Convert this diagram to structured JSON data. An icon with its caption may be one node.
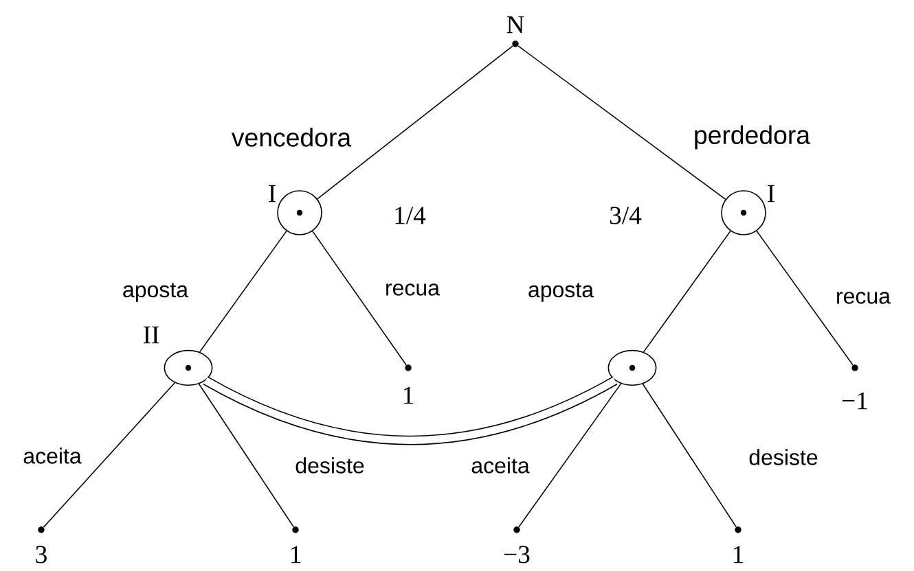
{
  "diagram": {
    "nodes": [
      {
        "text": [
          "N"
        ]
      },
      {
        "text": [
          "I"
        ]
      },
      {
        "text": [
          "I"
        ]
      },
      {
        "text": [
          "II"
        ]
      },
      {
        "text": [],
        "shape": "ellipse"
      },
      {
        "text": [
          "1"
        ]
      },
      {
        "text": [
          "−1"
        ]
      },
      {
        "text": [
          "3"
        ]
      },
      {
        "text": [
          "1"
        ]
      },
      {
        "text": [
          "−3"
        ]
      },
      {
        "text": [
          "1"
        ]
      }
    ],
    "edges": [
      {
        "from": 0,
        "to": 1,
        "arrow": "none",
        "label": "1/4"
      },
      {
        "from": 0,
        "to": 2,
        "arrow": "none",
        "label": "3/4"
      },
      {
        "from": 1,
        "to": 3,
        "arrow": "none",
        "label": "aposta"
      },
      {
        "from": 1,
        "to": 5,
        "arrow": "none",
        "label": "recua"
      },
      {
        "from": 2,
        "to": 4,
        "arrow": "none",
        "label": "aposta"
      },
      {
        "from": 2,
        "to": 6,
        "arrow": "none",
        "label": "recua"
      },
      {
        "from": 3,
        "to": 7,
        "arrow": "none",
        "label": "aceita"
      },
      {
        "from": 3,
        "to": 8,
        "arrow": "none",
        "label": "desiste"
      },
      {
        "from": 4,
        "to": 9,
        "arrow": "none",
        "label": "aceita"
      },
      {
        "from": 4,
        "to": 10,
        "arrow": "none",
        "label": "desiste"
      },
      {
        "from": 3,
        "to": 4,
        "arrow": "none",
        "style": "thick"
      }
    ],
    "labels": [
      "vencedora",
      "perdedora"
    ]
  }
}
